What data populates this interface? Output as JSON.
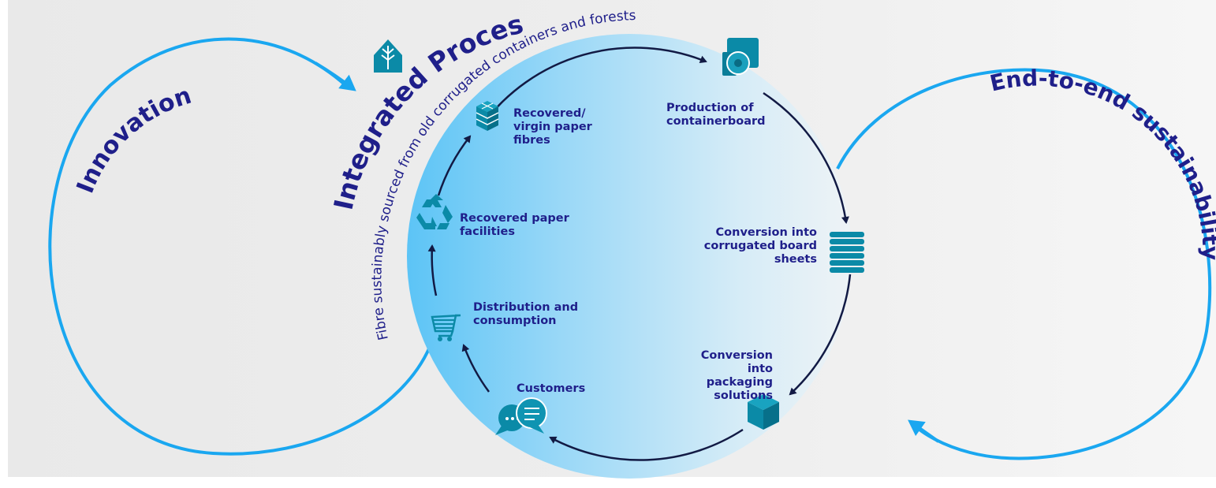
{
  "colors": {
    "accent": "#1aa7f0",
    "navy": "#1f1f8a",
    "teal": "#0b8aa7",
    "arrow": "#121a44",
    "background": "#efefef"
  },
  "left_loop": {
    "label": "Innovation"
  },
  "right_loop": {
    "label": "End-to-end sustainability"
  },
  "center": {
    "title": "Integrated Process",
    "subtitle": "Fibre sustainably sourced from old corrugated containers and forests",
    "top_icon": "tree-icon"
  },
  "steps": [
    {
      "label": "Production of\ncontainerboard",
      "icon": "paper-roll-icon"
    },
    {
      "label": "Conversion into\ncorrugated board\nsheets",
      "icon": "board-stack-icon"
    },
    {
      "label": "Conversion\ninto packaging\nsolutions",
      "icon": "box-icon"
    },
    {
      "label": "Customers",
      "icon": "chat-bubbles-icon"
    },
    {
      "label": "Distribution and\nconsumption",
      "icon": "shopping-cart-icon"
    },
    {
      "label": "Recovered paper\nfacilities",
      "icon": "recycle-icon"
    },
    {
      "label": "Recovered/\nvirgin paper\nfibres",
      "icon": "fibre-cubes-icon"
    }
  ]
}
